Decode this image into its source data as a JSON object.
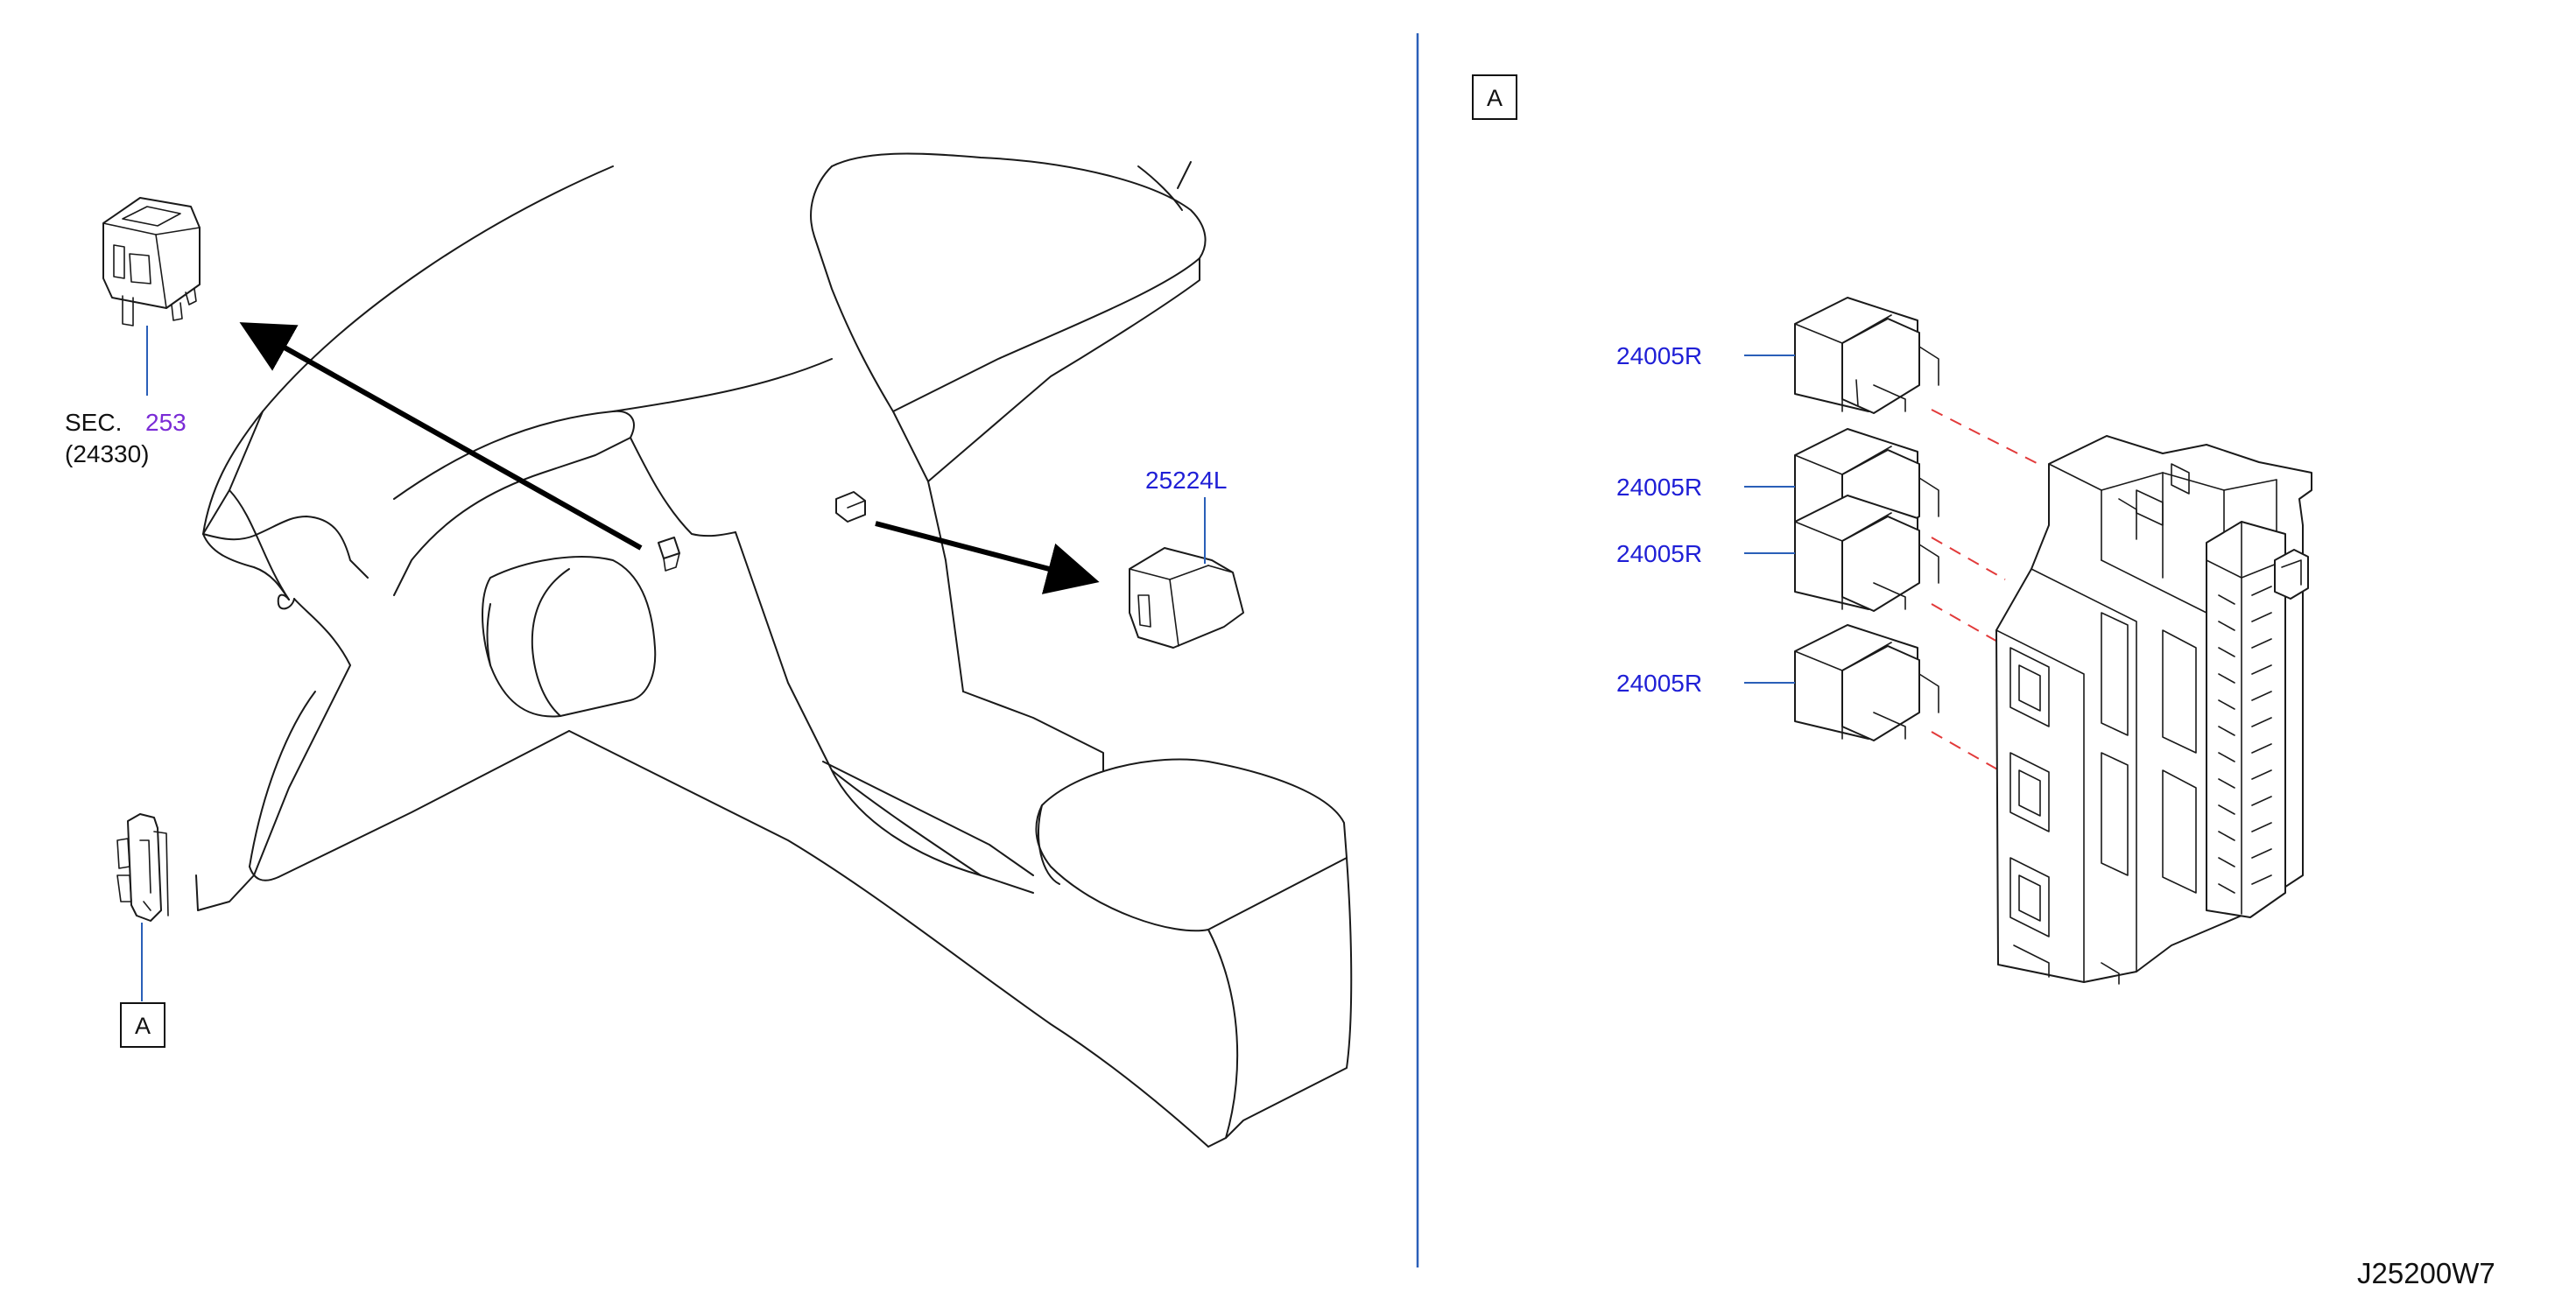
{
  "labels": {
    "sec_prefix": "SEC.",
    "sec_number": "253",
    "sec_sub": "(24330)",
    "part_25224L": "25224L",
    "relay_1": "24005R",
    "relay_2": "24005R",
    "relay_3": "24005R",
    "relay_4": "24005R",
    "callout_left": "A",
    "callout_right": "A",
    "drawing_code": "J25200W7"
  },
  "colors": {
    "part_number": "#1f1fd6",
    "section_link": "#7a2bd6",
    "leader_line": "#2a5fb8",
    "dashed_guide": "#e23a3a",
    "line_art": "#1a1a1a"
  }
}
